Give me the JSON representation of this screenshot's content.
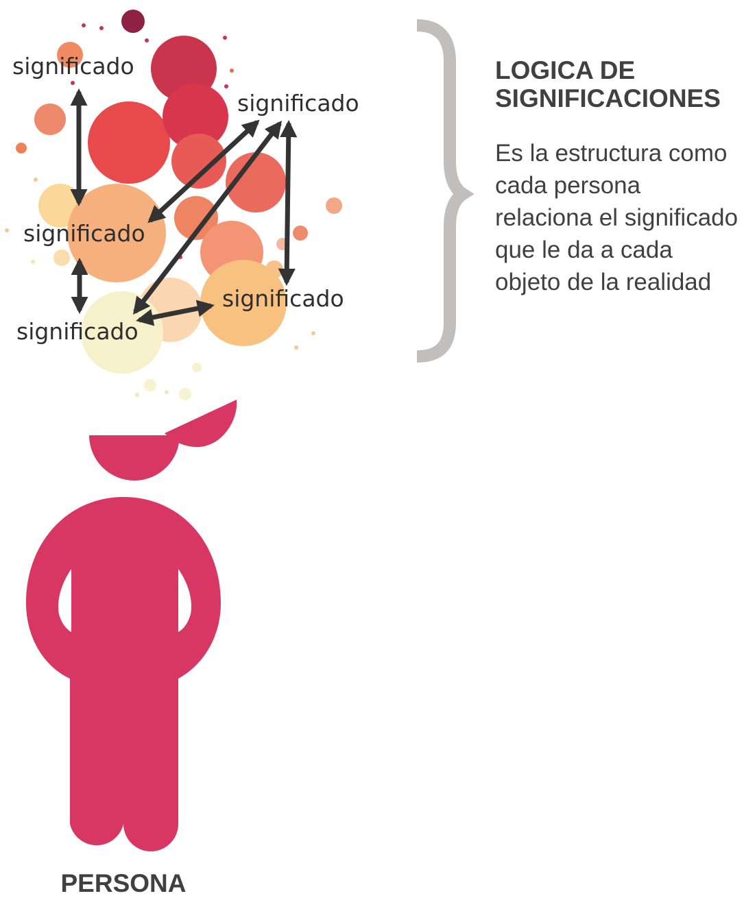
{
  "labels": {
    "top_left": "significado",
    "top_right": "significado",
    "middle_left": "significado",
    "bottom_left": "significado",
    "bottom_right": "significado"
  },
  "heading": {
    "line1": "LOGICA DE",
    "line2": "SIGNIFICACIONES"
  },
  "description": "Es la estructura como cada persona relaciona el significado que le da a cada objeto de la realidad",
  "person_label": "PERSONA",
  "colors": {
    "person": "#d83764",
    "brace": "#c2bebe",
    "arrow": "#333333",
    "text": "#404040"
  }
}
